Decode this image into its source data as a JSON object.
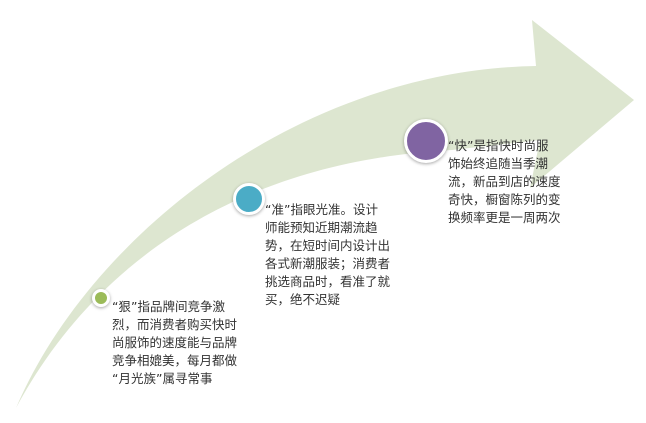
{
  "colors": {
    "arrow_fill": "#dde6d0",
    "point_small": "#9bbb59",
    "point_medium": "#4bacc6",
    "point_large": "#8064a2"
  },
  "points": [
    {
      "text": "“狠”指品牌间竞争激\n烈，而消费者购买快时\n尚服饰的速度能与品牌\n竞争相媲美，每月都做\n“月光族”属寻常事"
    },
    {
      "text": "“准”指眼光准。设计\n师能预知近期潮流趋\n势，在短时间内设计出\n各式新潮服装；消费者\n挑选商品时，看准了就\n买，绝不迟疑"
    },
    {
      "text": "“快”是指快时尚服\n饰始终追随当季潮\n流，新品到店的速度\n奇快，橱窗陈列的变\n换频率更是一周两次"
    }
  ]
}
